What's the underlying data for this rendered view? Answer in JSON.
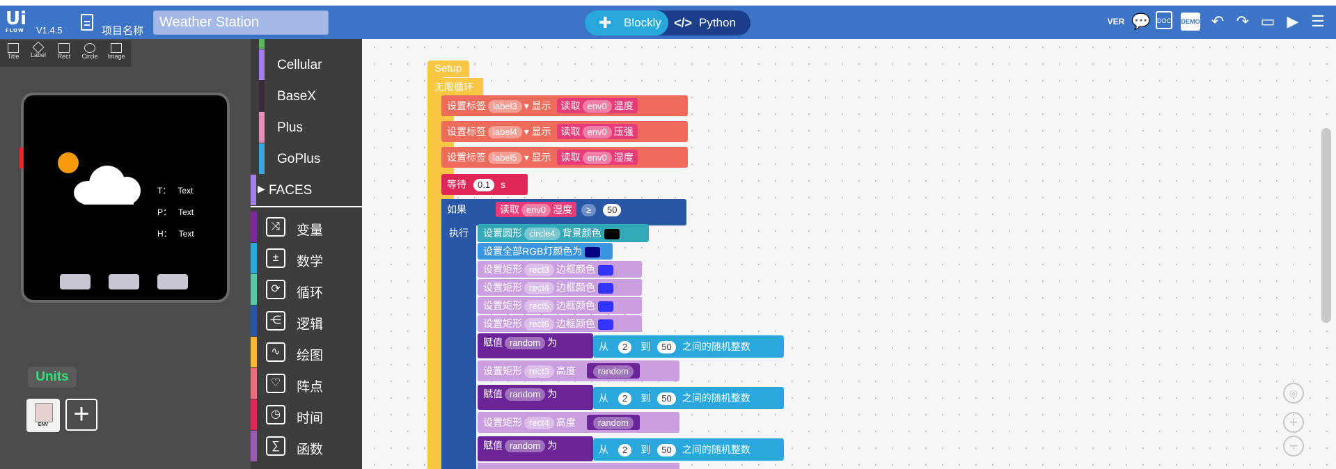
{
  "app": {
    "version": "V1.4.5",
    "project_label": "项目名称",
    "project_name": "Weather Station"
  },
  "mode": {
    "blockly": "Blockly",
    "python": "Python"
  },
  "toolbar": {
    "icons": [
      "ver-icon",
      "message-icon",
      "doc-icon",
      "demo-icon",
      "undo-icon",
      "redo-icon",
      "screen-icon",
      "run-icon",
      "menu-icon"
    ],
    "ver_text": "VER",
    "demo_text": "DEMO",
    "doc_text": "DOC"
  },
  "palette": [
    {
      "label": "Title",
      "icon": "title-icon"
    },
    {
      "label": "Label",
      "icon": "tag-icon"
    },
    {
      "label": "Rect",
      "icon": "rect-icon"
    },
    {
      "label": "Circle",
      "icon": "circle-icon"
    },
    {
      "label": "Image",
      "icon": "image-icon"
    }
  ],
  "device": {
    "labels": [
      {
        "key": "T：",
        "value": "Text"
      },
      {
        "key": "P：",
        "value": "Text"
      },
      {
        "key": "H：",
        "value": "Text"
      }
    ]
  },
  "units": {
    "title": "Units",
    "env_label": "ENV"
  },
  "categories": {
    "group1": [
      {
        "label": "Cellular",
        "color": "#a57df2"
      },
      {
        "label": "BaseX",
        "color": "#3a2a3a"
      },
      {
        "label": "Plus",
        "color": "#e58fb3"
      },
      {
        "label": "GoPlus",
        "color": "#36a8dc"
      }
    ],
    "faces": {
      "label": "FACES",
      "color": "#a57df2"
    },
    "group2": [
      {
        "label": "变量",
        "color": "#7b2a9c",
        "icon": "variable-icon",
        "glyph": "⤨"
      },
      {
        "label": "数学",
        "color": "#2aa8de",
        "icon": "math-icon",
        "glyph": "±"
      },
      {
        "label": "循环",
        "color": "#5cc6a8",
        "icon": "loop-icon",
        "glyph": "⟳"
      },
      {
        "label": "逻辑",
        "color": "#2a57a5",
        "icon": "logic-icon",
        "glyph": "⋲"
      },
      {
        "label": "绘图",
        "color": "#f7b733",
        "icon": "graph-icon",
        "glyph": "∿"
      },
      {
        "label": "阵点",
        "color": "#e86f7b",
        "icon": "heart-icon",
        "glyph": "♡"
      },
      {
        "label": "时间",
        "color": "#e12757",
        "icon": "clock-icon",
        "glyph": "◷"
      },
      {
        "label": "函数",
        "color": "#9b59b6",
        "icon": "function-icon",
        "glyph": "∑"
      }
    ]
  },
  "blocks": {
    "setup": "Setup",
    "loop": "无限循环",
    "set_label": "设置标签",
    "show": "显示",
    "read": "读取",
    "env": "env0",
    "label3": "label3",
    "label4": "label4",
    "label5": "label5",
    "temp": "温度",
    "pressure": "压强",
    "humidity": "湿度",
    "wait": "等待",
    "wait_val": "0.1",
    "wait_unit": "s",
    "if": "如果",
    "then": "执行",
    "cmp": "≥",
    "cmp_val": "50",
    "set_circle": "设置圆形",
    "circle4": "circle4",
    "bg_color": "背景颜色",
    "set_rgb": "设置全部RGB灯颜色为",
    "set_rect": "设置矩形",
    "border_color": "边框颜色",
    "height": "高度",
    "rect3": "rect3",
    "rect4": "rect4",
    "rect5": "rect5",
    "rect6": "rect6",
    "assign": "赋值",
    "random": "random",
    "as": "为",
    "from": "从",
    "from_val": "2",
    "to": "到",
    "to_val": "50",
    "rand_int": "之间的随机整数",
    "colors": {
      "black": "#000000",
      "navy": "#000080",
      "blue": "#3333ff"
    }
  }
}
